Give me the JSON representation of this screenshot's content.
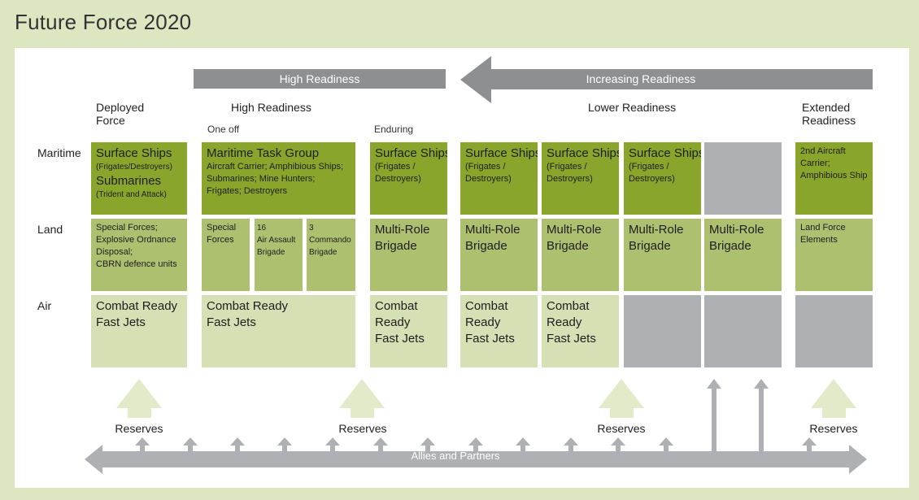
{
  "title": "Future Force 2020",
  "bars": {
    "high_readiness": "High Readiness",
    "increasing_readiness": "Increasing Readiness",
    "allies": "Allies and Partners"
  },
  "column_heads": {
    "deployed": "Deployed\nForce",
    "high": "High Readiness",
    "lower": "Lower Readiness",
    "extended": "Extended\nReadiness"
  },
  "subheads": {
    "one_off": "One off",
    "enduring": "Enduring"
  },
  "rows": {
    "maritime": "Maritime",
    "land": "Land",
    "air": "Air"
  },
  "maritime": {
    "deployed_title1": "Surface Ships",
    "deployed_sub1": "(Frigates/Destroyers)",
    "deployed_title2": "Submarines",
    "deployed_sub2": "(Trident and Attack)",
    "mtg_title": "Maritime Task Group",
    "mtg_sub": "Aircraft Carrier;  Amphibious Ships; Submarines; Mine Hunters; Frigates; Destroyers",
    "ships_title": "Surface Ships",
    "ships_sub": "(Frigates /\nDestroyers)",
    "extended": "2nd Aircraft\nCarrier;\nAmphibious Ship"
  },
  "land": {
    "deployed": "Special Forces;\nExplosive Ordnance\nDisposal;\nCBRN defence units",
    "special_forces": "Special\nForces",
    "air_assault": "16\nAir Assault\nBrigade",
    "commando": "3\nCommando\nBrigade",
    "mrb": "Multi-Role\nBrigade",
    "extended": "Land Force\nElements"
  },
  "air": {
    "wide": "Combat Ready\nFast Jets",
    "narrow": "Combat\nReady\nFast Jets"
  },
  "reserves": "Reserves",
  "colors": {
    "background": "#dce7c2",
    "dark_green": "#8aa52b",
    "mid_green": "#adc070",
    "light_green": "#d5e0b4",
    "grey": "#aeb0b3",
    "bar_grey": "#8e8f90",
    "reserve_arrow": "#e2eac9"
  }
}
